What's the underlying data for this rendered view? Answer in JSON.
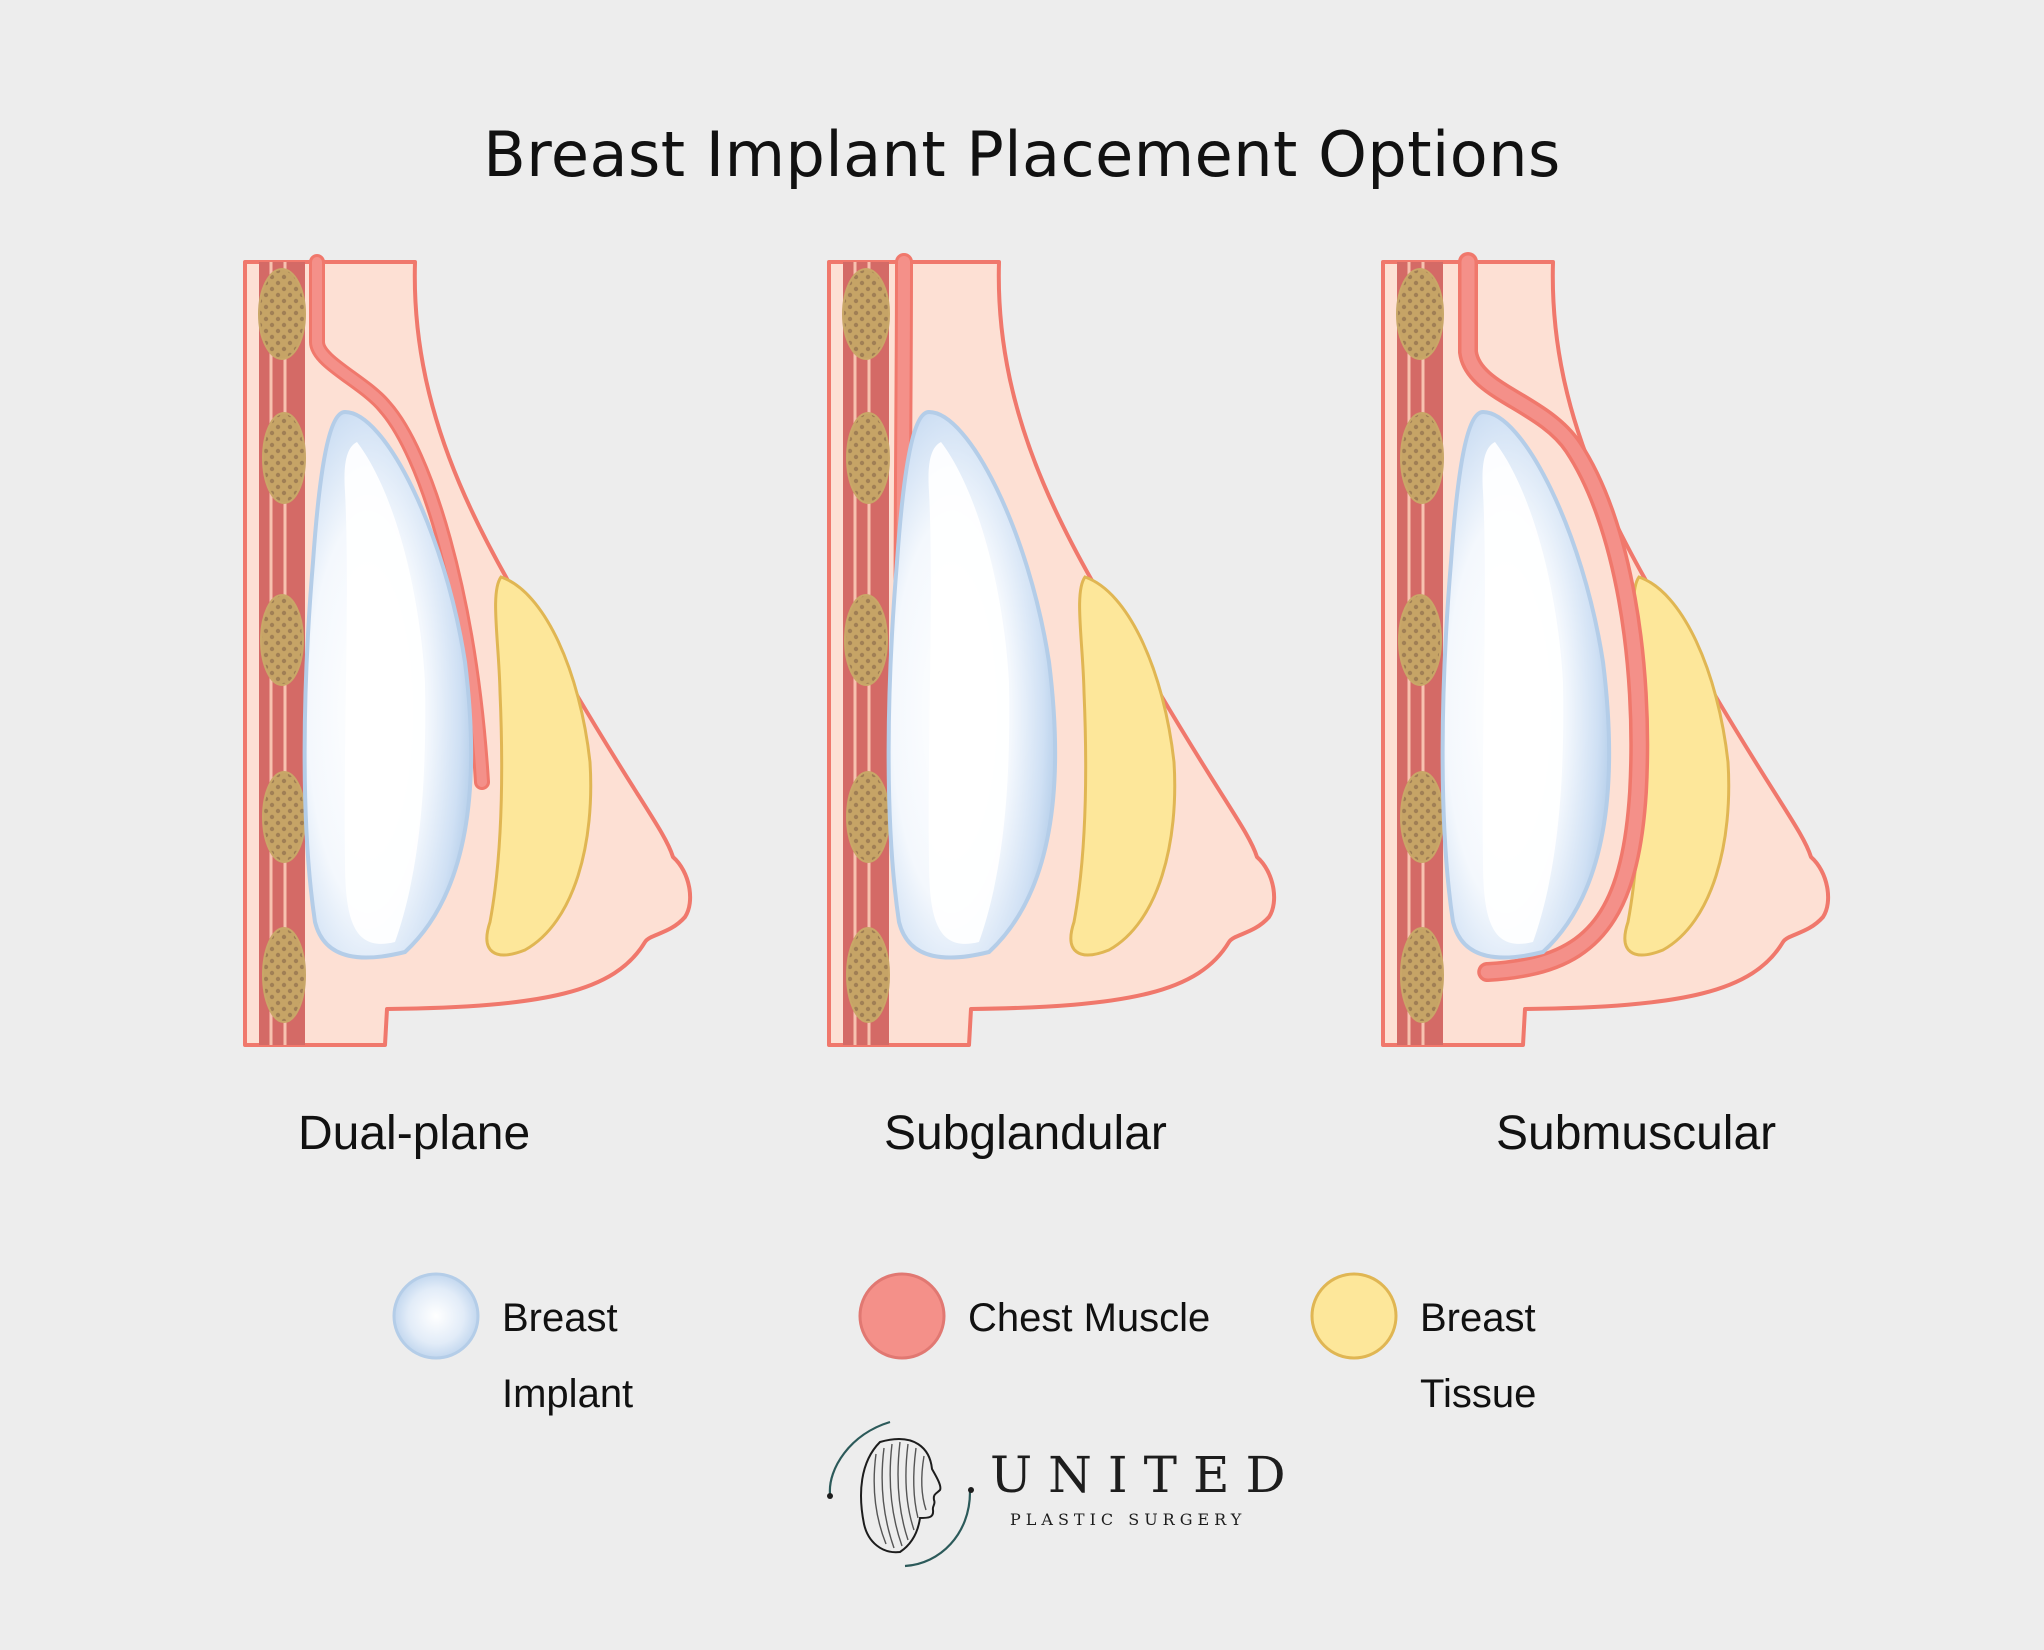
{
  "title": "Breast Implant Placement Options",
  "diagrams": [
    {
      "label": "Dual-plane"
    },
    {
      "label": "Subglandular"
    },
    {
      "label": "Submuscular"
    }
  ],
  "legend": [
    {
      "line1": "Breast",
      "line2": "Implant",
      "color": "#c8dcf2"
    },
    {
      "line1": "Chest Muscle",
      "line2": "",
      "color": "#f49089"
    },
    {
      "line1": "Breast",
      "line2": "Tissue",
      "color": "#fde79a"
    }
  ],
  "logo": {
    "name": "UNITED",
    "subtitle": "PLASTIC SURGERY"
  },
  "colors": {
    "background": "#ededed",
    "skin": "#fde0d4",
    "skin_outline": "#f0786c",
    "muscle": "#f28e8a",
    "rib_muscle": "#d46a66",
    "fat": "#c6a466",
    "implant": "#c8dcf2",
    "tissue": "#fde79a"
  }
}
